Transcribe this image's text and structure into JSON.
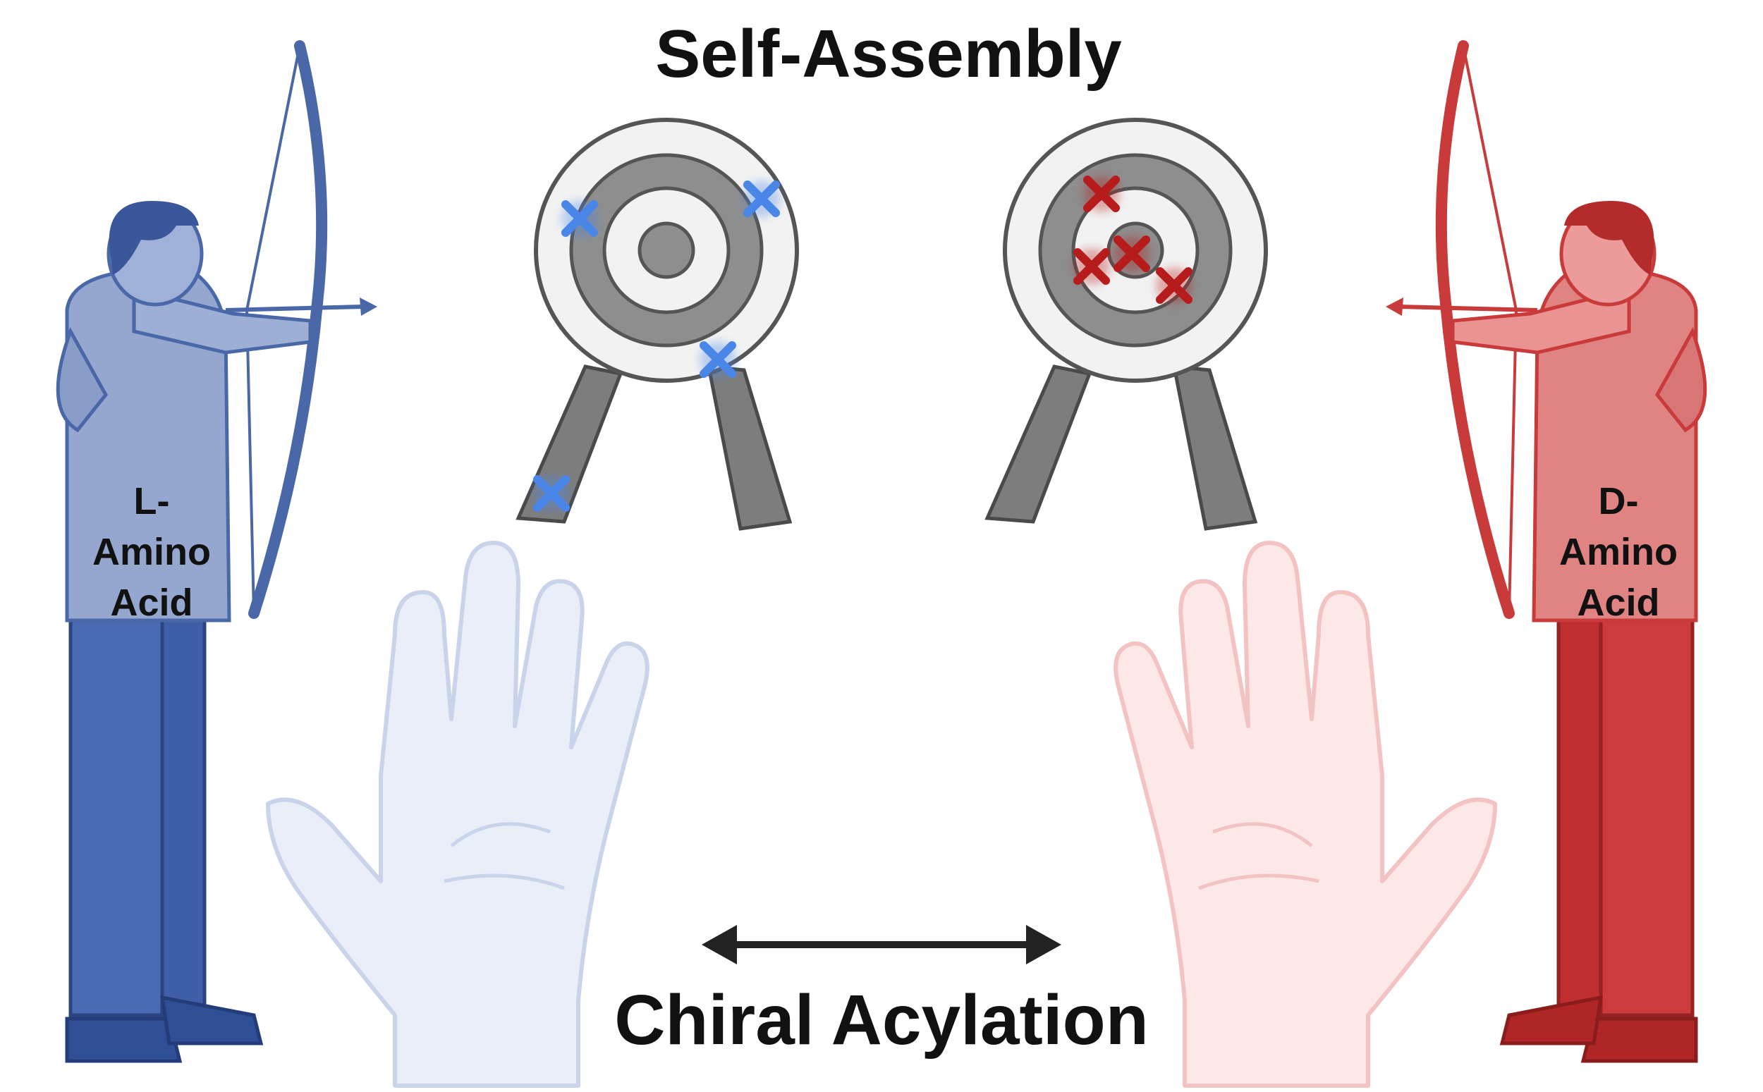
{
  "headings": {
    "top": "Self-Assembly",
    "bottom": "Chiral Acylation"
  },
  "archers": {
    "left": {
      "lines": [
        "L-",
        "Amino",
        "Acid"
      ],
      "color": "#4a67a8"
    },
    "right": {
      "lines": [
        "D-",
        "Amino",
        "Acid"
      ],
      "color": "#c93a3a"
    }
  },
  "colors": {
    "target_ring_light": "#f2f2f2",
    "target_ring_dark": "#8e8e8e",
    "target_outline": "#555555",
    "left_mark": "#4a86e8",
    "right_mark": "#b71c1c",
    "left_hand": "#e9eef8",
    "right_hand": "#fde8e8",
    "arrow": "#222222"
  },
  "icons": [
    "archer-figure",
    "target-icon",
    "hand-icon",
    "double-arrow-icon",
    "x-mark-icon"
  ]
}
